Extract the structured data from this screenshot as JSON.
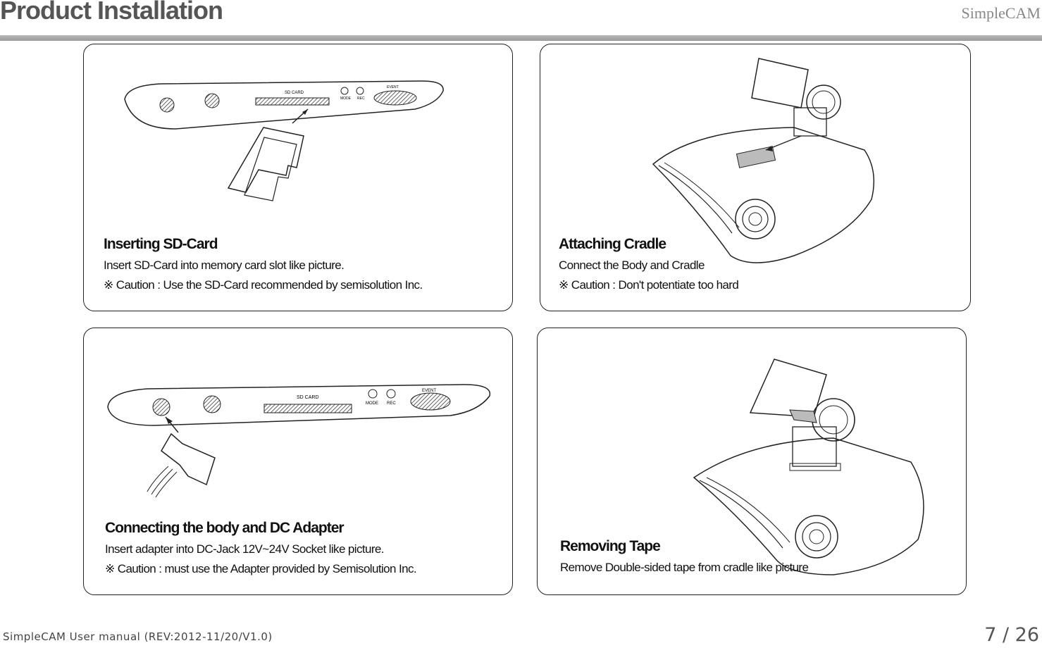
{
  "header": {
    "title": "Product Installation",
    "brand": "SimpleCAM"
  },
  "panels": [
    {
      "title": "Inserting SD-Card",
      "lines": [
        "Insert SD-Card into memory card slot like picture.",
        "※ Caution : Use the SD-Card recommended by semisolution Inc."
      ],
      "labels": [
        "SD CARD",
        "MODE",
        "REC",
        "EVENT"
      ]
    },
    {
      "title": "Attaching Cradle",
      "lines": [
        "Connect the Body and Cradle",
        "※ Caution : Don't potentiate too hard"
      ]
    },
    {
      "title": "Connecting the body and DC Adapter",
      "lines": [
        "Insert adapter into DC-Jack 12V~24V Socket like picture.",
        "※ Caution : must use the Adapter provided by Semisolution Inc."
      ],
      "labels": [
        "SD CARD",
        "MODE",
        "REC",
        "EVENT"
      ]
    },
    {
      "title": "Removing Tape",
      "lines": [
        "Remove Double-sided tape from cradle like picture"
      ]
    }
  ],
  "footer": {
    "manual": "SimpleCAM User manual (REV:2012-11/20/V1.0)",
    "page": "7 / 26"
  }
}
